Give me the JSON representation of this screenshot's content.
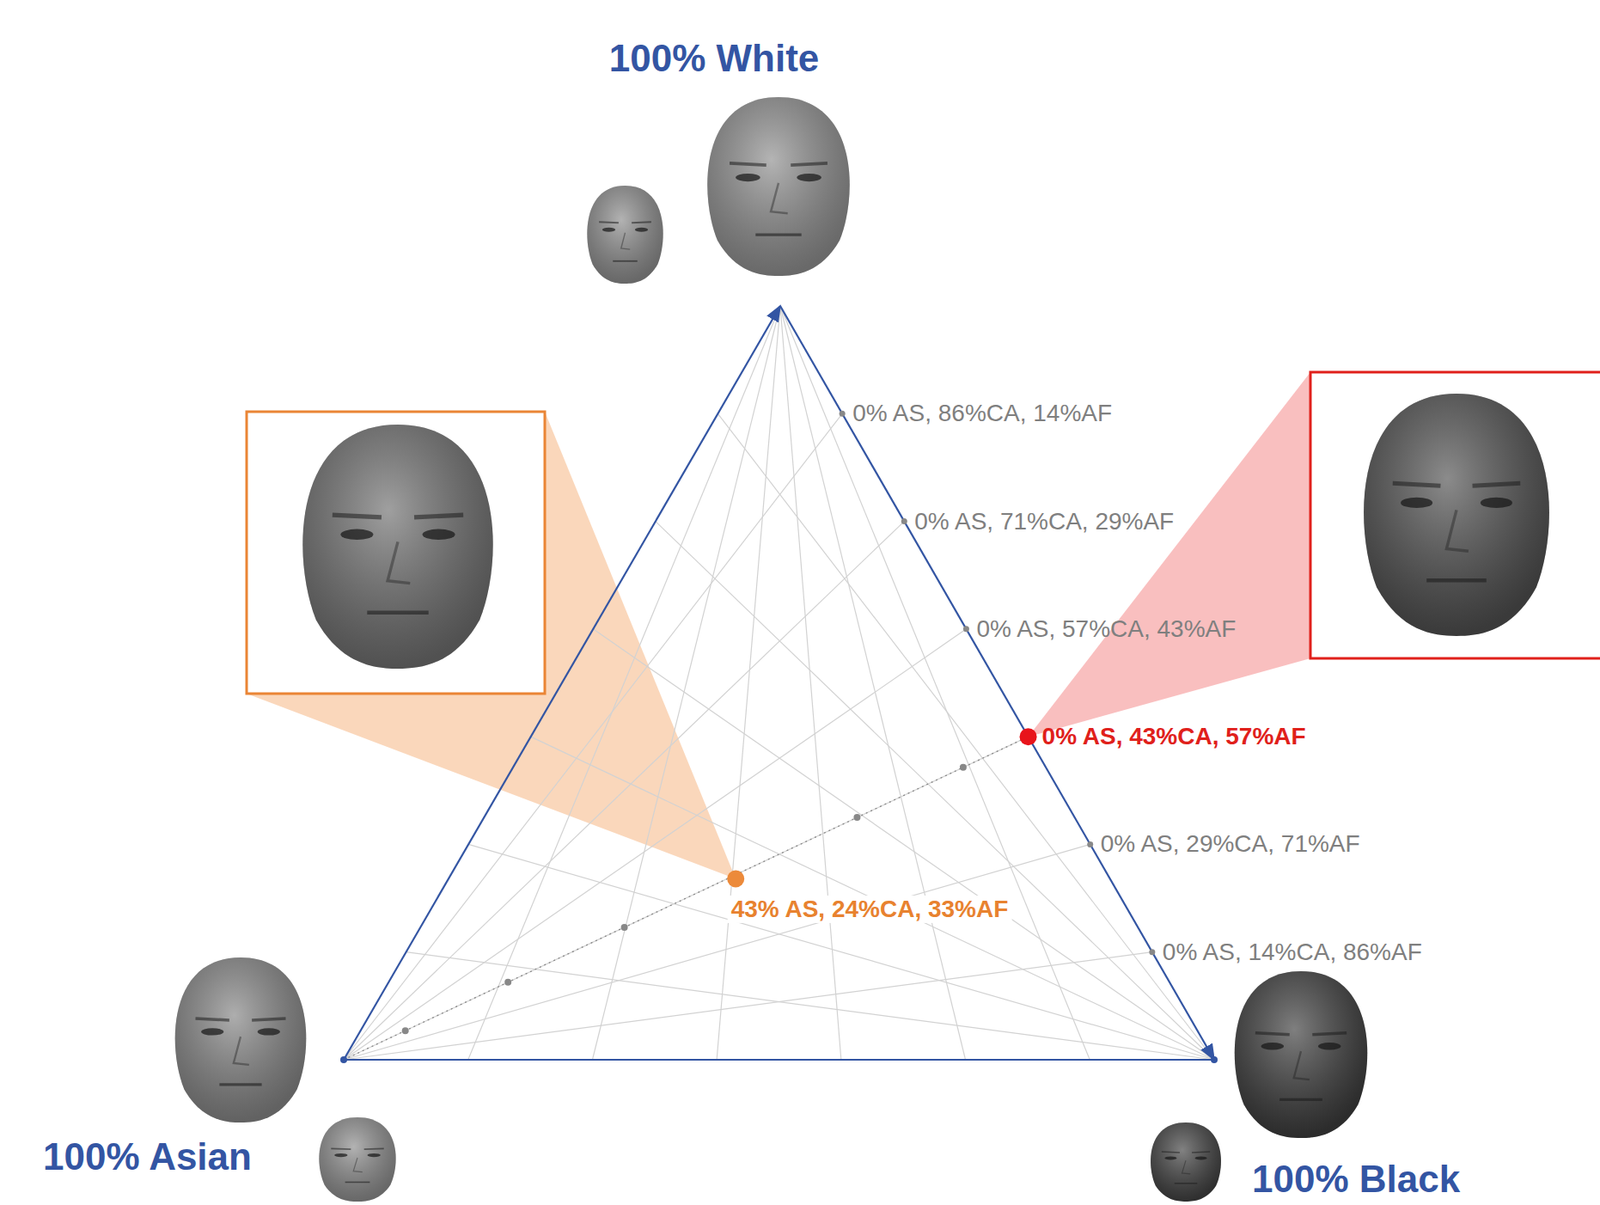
{
  "diagram": {
    "labels": [
      "100% White",
      "0% AS, 86%CA, 14%AF",
      "0% AS, 71%CA, 29%AF",
      "0% AS, 57%CA, 43%AF",
      "0% AS, 43%CA, 57%AF",
      "0% AS, 29%CA, 71%AF",
      "0% AS, 14%CA, 86%AF",
      "43% AS, 24%CA, 33%AF",
      "100% Asian",
      "100% Black"
    ]
  }
}
